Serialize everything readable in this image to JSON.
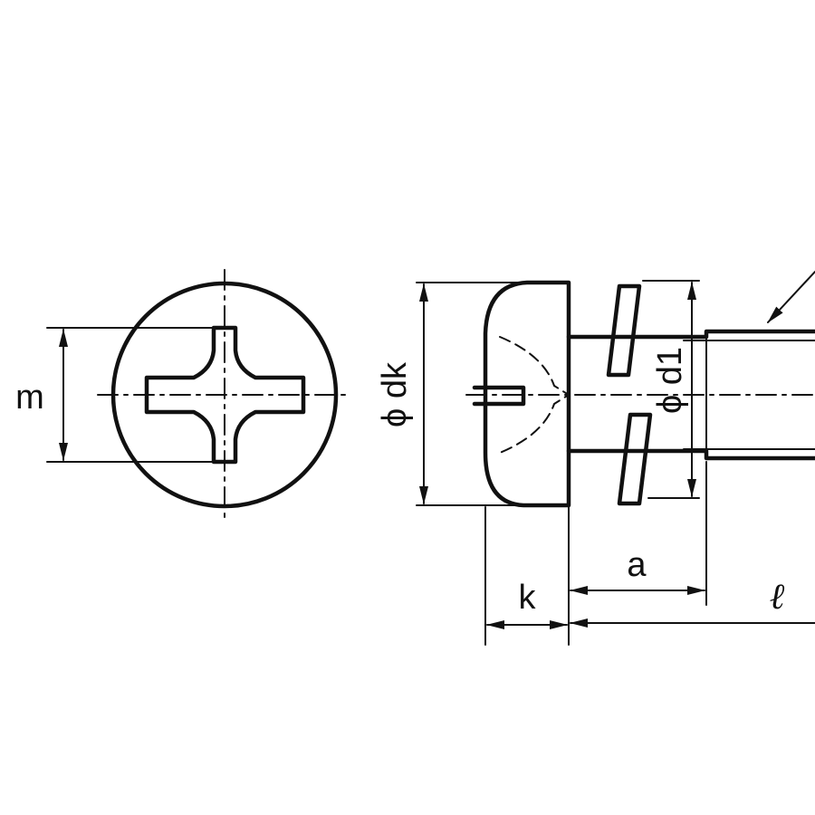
{
  "labels": {
    "m": "m",
    "dk": "ϕ dk",
    "d1": "ϕ d1",
    "k": "k",
    "a": "a",
    "l": "ℓ"
  }
}
